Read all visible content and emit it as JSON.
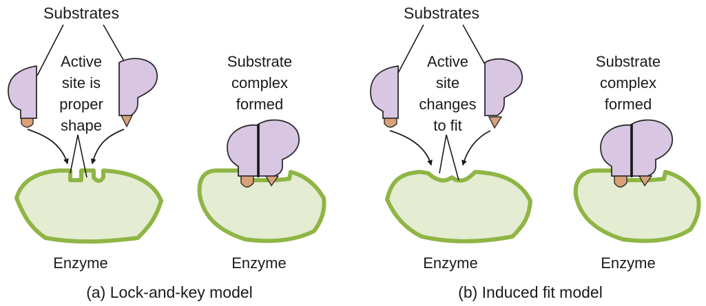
{
  "colors": {
    "enzyme_fill": "#e4ecd2",
    "enzyme_outline": "#8fb545",
    "substrate_fill": "#d8c6e2",
    "substrate_outline": "#2b2b2b",
    "tip_fill": "#d9a07a",
    "line": "#1a1a1a"
  },
  "panels": [
    {
      "caption": "(a) Lock-and-key model",
      "substrates_label": "Substrates",
      "active_site_label": [
        "Active",
        "site is",
        "proper",
        "shape"
      ],
      "complex_label": [
        "Substrate",
        "complex",
        "formed"
      ],
      "enzyme_left_label": "Enzyme",
      "enzyme_right_label": "Enzyme"
    },
    {
      "caption": "(b) Induced fit model",
      "substrates_label": "Substrates",
      "active_site_label": [
        "Active",
        "site",
        "changes",
        "to fit"
      ],
      "complex_label": [
        "Substrate",
        "complex",
        "formed"
      ],
      "enzyme_left_label": "Enzyme",
      "enzyme_right_label": "Enzyme"
    }
  ]
}
